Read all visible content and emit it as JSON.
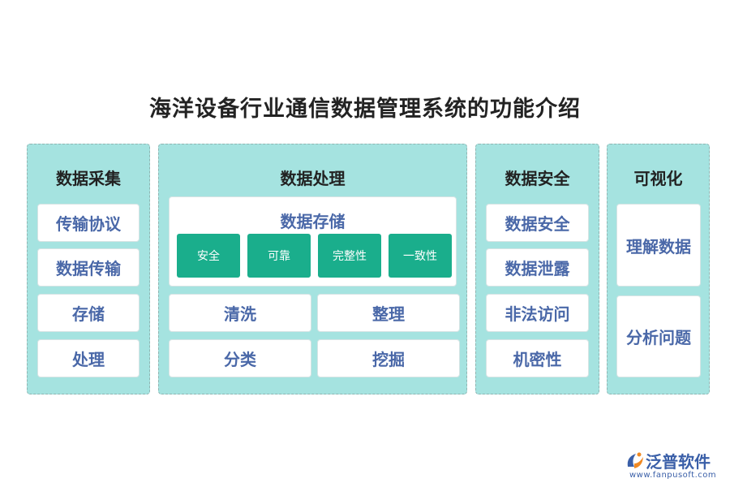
{
  "title": "海洋设备行业通信数据管理系统的功能介绍",
  "panels": {
    "collection": {
      "title": "数据采集",
      "items": [
        "传输协议",
        "数据传输",
        "存储",
        "处理"
      ]
    },
    "processing": {
      "title": "数据处理",
      "storage": {
        "title": "数据存储",
        "chips": [
          "安全",
          "可靠",
          "完整性",
          "一致性"
        ]
      },
      "items": [
        "清洗",
        "整理",
        "分类",
        "挖掘"
      ]
    },
    "security": {
      "title": "数据安全",
      "items": [
        "数据安全",
        "数据泄露",
        "非法访问",
        "机密性"
      ]
    },
    "visualization": {
      "title": "可视化",
      "items": [
        "理解数据",
        "分析问题"
      ]
    }
  },
  "logo": {
    "name": "泛普软件",
    "url": "www.fanpusoft.com",
    "icon": "fanpu-logo-icon"
  },
  "colors": {
    "panel_bg": "#a5e3e0",
    "chip_bg": "#1aae8c",
    "item_text": "#4a68a8",
    "logo_blue": "#3a5fa8",
    "logo_orange": "#f08a24"
  }
}
